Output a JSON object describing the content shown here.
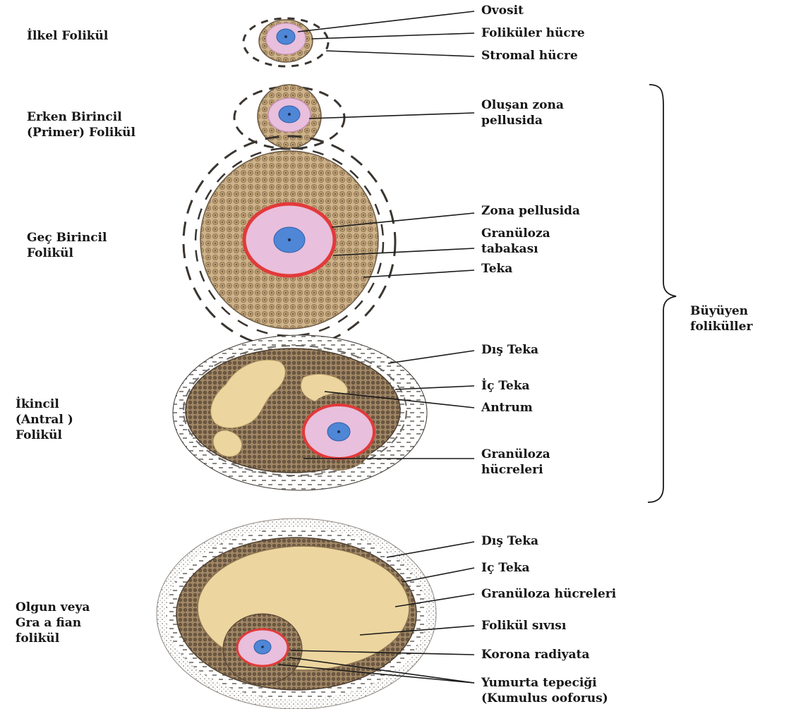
{
  "stages": {
    "primordial": [
      "İlkel Folikül"
    ],
    "early_primary": [
      "Erken Birincil",
      "(Primer) Folikül"
    ],
    "late_primary": [
      "Geç Birincil",
      "Folikül"
    ],
    "secondary": [
      "İkincil",
      "(Antral )",
      "Folikül"
    ],
    "graafian": [
      "Olgun veya",
      "Gra a fian",
      "folikül"
    ]
  },
  "labels": {
    "oocyte": "Ovosit",
    "follicular_cell": "Foliküler hücre",
    "stromal_cell": "Stromal hücre",
    "forming_zona": [
      "Oluşan zona",
      "pellusida"
    ],
    "zona_pellucida": "Zona pellusida",
    "granulosa_layer": [
      "Granüloza",
      "tabakası"
    ],
    "theca": "Teka",
    "theca_externa_1": "Dış Teka",
    "theca_interna_1": "İç Teka",
    "antrum": "Antrum",
    "granulosa_cells_1": [
      "Granüloza",
      "hücreleri"
    ],
    "theca_externa_2": "Dış Teka",
    "theca_interna_2": "Iç Teka",
    "granulosa_cells_2": "Granüloza hücreleri",
    "follicular_fluid": "Folikül sıvısı",
    "corona_radiata": "Korona radiyata",
    "cumulus": [
      "Yumurta tepeciği",
      "(Kumulus ooforus)"
    ],
    "growing_follicles": [
      "Büyüyen",
      "foliküller"
    ]
  },
  "colors": {
    "ink": "#1a1a1a",
    "oocyte_pink": "#e8bfdc",
    "nucleus_blue": "#4f86d6",
    "zona_red": "#e23a3a",
    "granulosa_tan": "#c7ab7e",
    "antrum_beige": "#ecd59e",
    "theca_gray": "#7d7266"
  }
}
